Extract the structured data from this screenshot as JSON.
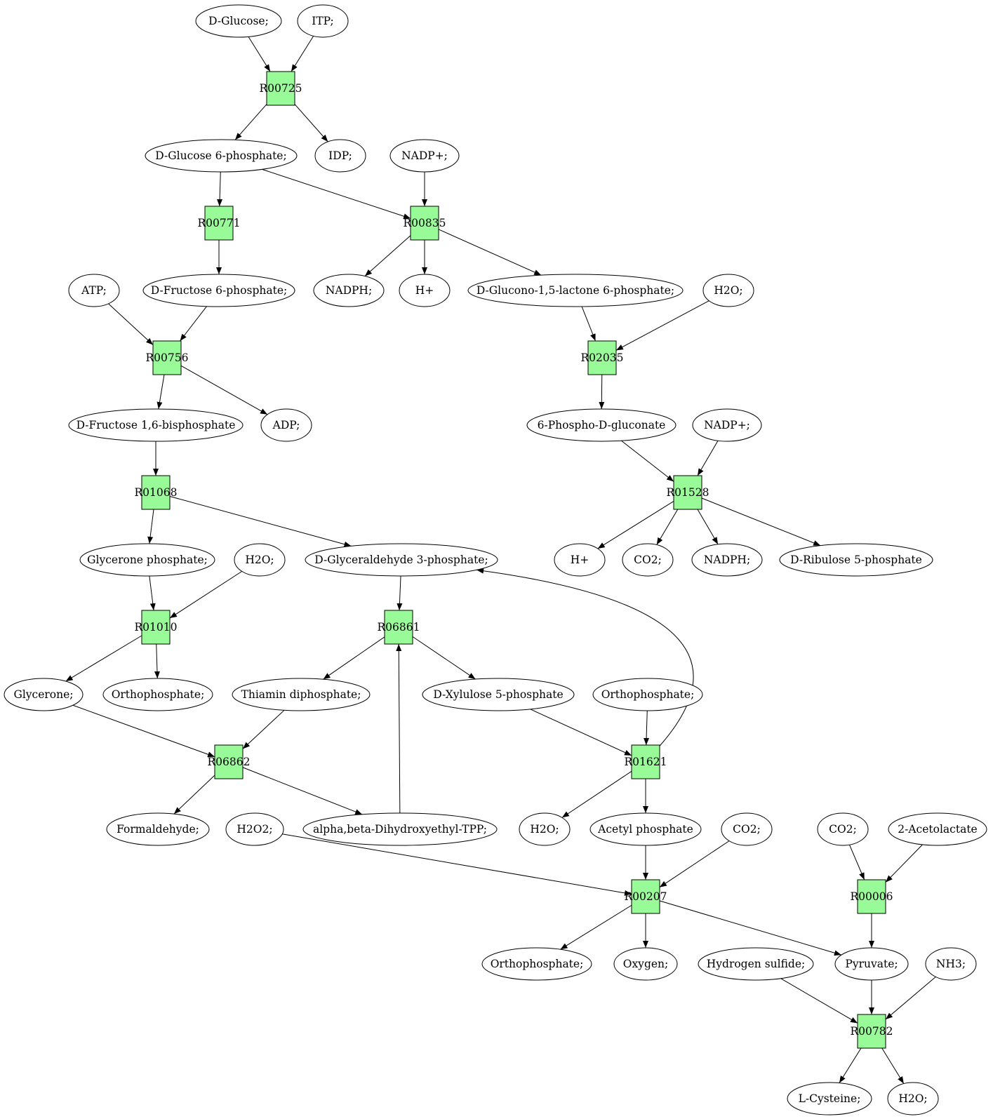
{
  "colors": {
    "reaction_fill": "#98fb98",
    "start_fill": "#00ee00",
    "target_fill": "#ffff00",
    "compound_fill": "#ffffff",
    "stroke": "#000000"
  },
  "nodes": {
    "glucose": {
      "label": "D-Glucose;",
      "kind": "compound",
      "fill": "#00ee00"
    },
    "itp": {
      "label": "ITP;",
      "kind": "compound"
    },
    "r00725": {
      "label": "R00725",
      "kind": "reaction"
    },
    "g6p": {
      "label": "D-Glucose 6-phosphate;",
      "kind": "compound"
    },
    "idp": {
      "label": "IDP;",
      "kind": "compound"
    },
    "nadp1": {
      "label": "NADP+;",
      "kind": "compound"
    },
    "r00771": {
      "label": "R00771",
      "kind": "reaction"
    },
    "r00835": {
      "label": "R00835",
      "kind": "reaction"
    },
    "atp": {
      "label": "ATP;",
      "kind": "compound"
    },
    "f6p": {
      "label": "D-Fructose 6-phosphate;",
      "kind": "compound"
    },
    "nadph1": {
      "label": "NADPH;",
      "kind": "compound"
    },
    "hplus1": {
      "label": "H+",
      "kind": "compound"
    },
    "gluconolactone": {
      "label": "D-Glucono-1,5-lactone 6-phosphate;",
      "kind": "compound"
    },
    "h2o1": {
      "label": "H2O;",
      "kind": "compound"
    },
    "r00756": {
      "label": "R00756",
      "kind": "reaction"
    },
    "r02035": {
      "label": "R02035",
      "kind": "reaction"
    },
    "fbp": {
      "label": "D-Fructose 1,6-bisphosphate",
      "kind": "compound"
    },
    "adp": {
      "label": "ADP;",
      "kind": "compound"
    },
    "pgluconate": {
      "label": "6-Phospho-D-gluconate",
      "kind": "compound"
    },
    "nadp2": {
      "label": "NADP+;",
      "kind": "compound"
    },
    "r01068": {
      "label": "R01068",
      "kind": "reaction"
    },
    "r01528": {
      "label": "R01528",
      "kind": "reaction"
    },
    "dhap": {
      "label": "Glycerone phosphate;",
      "kind": "compound"
    },
    "h2o2": {
      "label": "H2O;",
      "kind": "compound"
    },
    "g3p": {
      "label": "D-Glyceraldehyde 3-phosphate;",
      "kind": "compound"
    },
    "hplus2": {
      "label": "H+",
      "kind": "compound"
    },
    "co2a": {
      "label": "CO2;",
      "kind": "compound"
    },
    "nadph2": {
      "label": "NADPH;",
      "kind": "compound"
    },
    "ribulose": {
      "label": "D-Ribulose 5-phosphate",
      "kind": "compound"
    },
    "r01010": {
      "label": "R01010",
      "kind": "reaction"
    },
    "r06861": {
      "label": "R06861",
      "kind": "reaction"
    },
    "glycerone": {
      "label": "Glycerone;",
      "kind": "compound"
    },
    "ortho1": {
      "label": "Orthophosphate;",
      "kind": "compound"
    },
    "thiamin": {
      "label": "Thiamin diphosphate;",
      "kind": "compound"
    },
    "xylulose": {
      "label": "D-Xylulose 5-phosphate",
      "kind": "compound"
    },
    "ortho2": {
      "label": "Orthophosphate;",
      "kind": "compound"
    },
    "r06862": {
      "label": "R06862",
      "kind": "reaction"
    },
    "r01621": {
      "label": "R01621",
      "kind": "reaction"
    },
    "formaldehyde": {
      "label": "Formaldehyde;",
      "kind": "compound"
    },
    "h2o2b": {
      "label": "H2O2;",
      "kind": "compound"
    },
    "tpp": {
      "label": "alpha,beta-Dihydroxyethyl-TPP;",
      "kind": "compound"
    },
    "h2o3": {
      "label": "H2O;",
      "kind": "compound"
    },
    "acetylp": {
      "label": "Acetyl phosphate",
      "kind": "compound"
    },
    "co2b": {
      "label": "CO2;",
      "kind": "compound"
    },
    "co2c": {
      "label": "CO2;",
      "kind": "compound"
    },
    "acetolactate": {
      "label": "2-Acetolactate",
      "kind": "compound"
    },
    "r00207": {
      "label": "R00207",
      "kind": "reaction"
    },
    "r00006": {
      "label": "R00006",
      "kind": "reaction"
    },
    "ortho3": {
      "label": "Orthophosphate;",
      "kind": "compound"
    },
    "oxygen": {
      "label": "Oxygen;",
      "kind": "compound"
    },
    "h2s": {
      "label": "Hydrogen sulfide;",
      "kind": "compound"
    },
    "pyruvate": {
      "label": "Pyruvate;",
      "kind": "compound"
    },
    "nh3": {
      "label": "NH3;",
      "kind": "compound"
    },
    "r00782": {
      "label": "R00782",
      "kind": "reaction"
    },
    "cysteine": {
      "label": "L-Cysteine;",
      "kind": "compound",
      "fill": "#ffff00"
    },
    "h2o4": {
      "label": "H2O;",
      "kind": "compound"
    }
  },
  "edges": [
    [
      "glucose",
      "r00725"
    ],
    [
      "itp",
      "r00725"
    ],
    [
      "r00725",
      "g6p"
    ],
    [
      "r00725",
      "idp"
    ],
    [
      "g6p",
      "r00771"
    ],
    [
      "g6p",
      "r00835"
    ],
    [
      "nadp1",
      "r00835"
    ],
    [
      "r00771",
      "f6p"
    ],
    [
      "r00835",
      "nadph1"
    ],
    [
      "r00835",
      "hplus1"
    ],
    [
      "r00835",
      "gluconolactone"
    ],
    [
      "atp",
      "r00756"
    ],
    [
      "f6p",
      "r00756"
    ],
    [
      "gluconolactone",
      "r02035"
    ],
    [
      "h2o1",
      "r02035"
    ],
    [
      "r00756",
      "fbp"
    ],
    [
      "r00756",
      "adp"
    ],
    [
      "r02035",
      "pgluconate"
    ],
    [
      "fbp",
      "r01068"
    ],
    [
      "pgluconate",
      "r01528"
    ],
    [
      "nadp2",
      "r01528"
    ],
    [
      "r01068",
      "dhap"
    ],
    [
      "r01068",
      "g3p"
    ],
    [
      "r01528",
      "hplus2"
    ],
    [
      "r01528",
      "co2a"
    ],
    [
      "r01528",
      "nadph2"
    ],
    [
      "r01528",
      "ribulose"
    ],
    [
      "dhap",
      "r01010"
    ],
    [
      "h2o2",
      "r01010"
    ],
    [
      "g3p",
      "r06861"
    ],
    [
      "r01010",
      "glycerone"
    ],
    [
      "r01010",
      "ortho1"
    ],
    [
      "r06861",
      "thiamin"
    ],
    [
      "r06861",
      "xylulose"
    ],
    [
      "glycerone",
      "r06862"
    ],
    [
      "thiamin",
      "r06862"
    ],
    [
      "xylulose",
      "r01621"
    ],
    [
      "ortho2",
      "r01621"
    ],
    [
      "r01621",
      "g3p"
    ],
    [
      "r06862",
      "formaldehyde"
    ],
    [
      "r06862",
      "tpp"
    ],
    [
      "tpp",
      "r06861"
    ],
    [
      "r01621",
      "h2o3"
    ],
    [
      "r01621",
      "acetylp"
    ],
    [
      "acetylp",
      "r00207"
    ],
    [
      "co2b",
      "r00207"
    ],
    [
      "h2o2b",
      "r00207"
    ],
    [
      "co2c",
      "r00006"
    ],
    [
      "acetolactate",
      "r00006"
    ],
    [
      "r00207",
      "ortho3"
    ],
    [
      "r00207",
      "oxygen"
    ],
    [
      "r00207",
      "pyruvate"
    ],
    [
      "r00006",
      "pyruvate"
    ],
    [
      "h2s",
      "r00782"
    ],
    [
      "pyruvate",
      "r00782"
    ],
    [
      "nh3",
      "r00782"
    ],
    [
      "r00782",
      "cysteine"
    ],
    [
      "r00782",
      "h2o4"
    ]
  ]
}
